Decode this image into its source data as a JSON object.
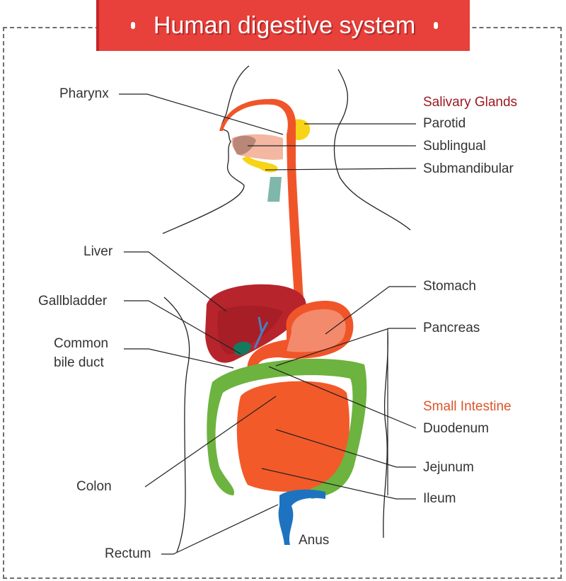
{
  "title": "Human digestive system",
  "colors": {
    "banner": "#e8403a",
    "salivary_group": "#9b1b24",
    "small_intestine_group": "#d9552a",
    "esophagus": "#f0552a",
    "salivary_gland": "#f7d417",
    "liver": "#b8242c",
    "gallbladder": "#137a5f",
    "stomach": "#f48a6c",
    "pancreas": "#f7a21a",
    "colon": "#6db33f",
    "small_intestine": "#f25a2a",
    "rectum": "#1e73c0"
  },
  "labels_left": {
    "pharynx": "Pharynx",
    "liver": "Liver",
    "gallbladder": "Gallbladder",
    "common_bile_duct_1": "Common",
    "common_bile_duct_2": "bile duct",
    "colon": "Colon",
    "rectum": "Rectum"
  },
  "labels_right": {
    "salivary_glands": "Salivary Glands",
    "parotid": "Parotid",
    "sublingual": "Sublingual",
    "submandibular": "Submandibular",
    "stomach": "Stomach",
    "pancreas": "Pancreas",
    "small_intestine": "Small Intestine",
    "duodenum": "Duodenum",
    "jejunum": "Jejunum",
    "ileum": "Ileum"
  },
  "labels_bottom": {
    "anus": "Anus"
  }
}
